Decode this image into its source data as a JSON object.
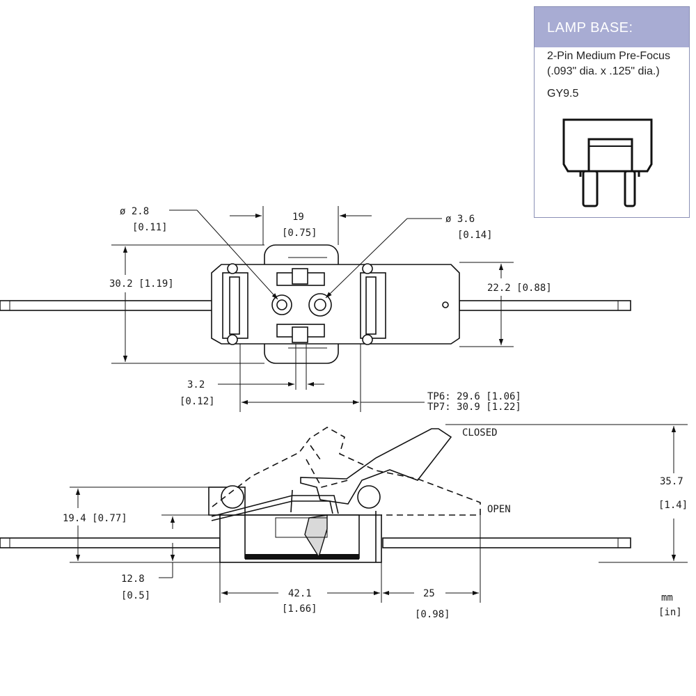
{
  "lamp_base": {
    "header": "LAMP BASE:",
    "desc_line1": "2-Pin Medium Pre-Focus",
    "desc_line2": "(.093\" dia. x .125\" dia.)",
    "code": "GY9.5"
  },
  "top_view": {
    "pin_small_dia": "ø 2.8",
    "pin_small_dia_in": "[0.11]",
    "pin_large_dia": "ø 3.6",
    "pin_large_dia_in": "[0.14]",
    "width_19": "19",
    "width_19_in": "[0.75]",
    "height_30": "30.2 [1.19]",
    "height_22": "22.2 [0.88]",
    "slot_width": "3.2",
    "slot_width_in": "[0.12]",
    "tp6": "TP6:  29.6  [1.06]",
    "tp7": "TP7:  30.9  [1.22]"
  },
  "side_view": {
    "closed_label": "CLOSED",
    "open_label": "OPEN",
    "height_35": "35.7",
    "height_35_in": "[1.4]",
    "height_19": "19.4 [0.77]",
    "height_12": "12.8",
    "height_12_in": "[0.5]",
    "length_42": "42.1",
    "length_42_in": "[1.66]",
    "length_25": "25",
    "length_25_in": "[0.98]"
  },
  "units": {
    "primary": "mm",
    "secondary": "[in]"
  }
}
